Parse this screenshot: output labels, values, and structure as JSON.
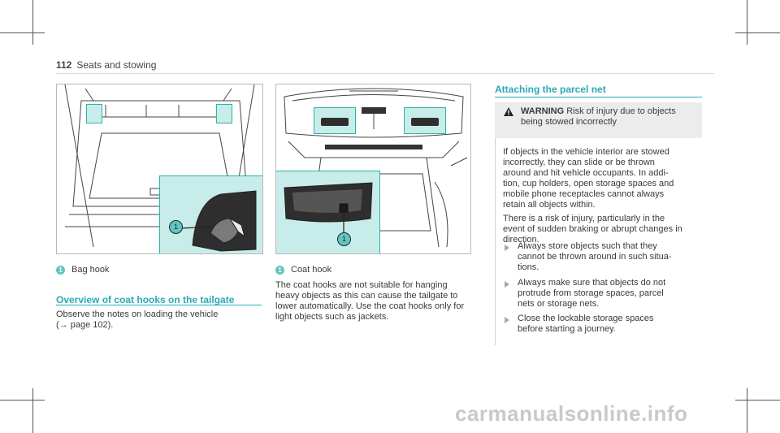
{
  "header": {
    "page_number": "112",
    "section_title": "Seats and stowing"
  },
  "figure1": {
    "caption_num": "1",
    "caption_text": "Bag hook",
    "callout": "1"
  },
  "overview": {
    "heading": "Overview of coat hooks on the tailgate",
    "text_line1": "Observe the notes on loading the vehicle",
    "text_line2": "(→ page 102)."
  },
  "figure2": {
    "caption_num": "1",
    "caption_text": "Coat hook",
    "callout": "1",
    "body": [
      "The coat hooks are not suitable for hanging",
      "heavy objects as this can cause the tailgate to",
      "lower automatically. Use the coat hooks only for",
      "light objects such as jackets."
    ]
  },
  "parcel_net": {
    "heading": "Attaching the parcel net",
    "warning_label": "WARNING",
    "warning_title_line1": "Risk of injury due to objects",
    "warning_title_line2": "being stowed incorrectly",
    "para1": [
      "If objects in the vehicle interior are stowed",
      "incorrectly, they can slide or be thrown",
      "around and hit vehicle occupants. In addi-",
      "tion, cup holders, open storage spaces and",
      "mobile phone receptacles cannot always",
      "retain all objects within."
    ],
    "para2": [
      "There is a risk of injury, particularly in the",
      "event of sudden braking or abrupt changes in",
      "direction."
    ],
    "bullets": [
      [
        "Always store objects such that they",
        "cannot be thrown around in such situa-",
        "tions."
      ],
      [
        "Always make sure that objects do not",
        "protrude from storage spaces, parcel",
        "nets or storage nets."
      ],
      [
        "Close the lockable storage spaces",
        "before starting a journey."
      ]
    ]
  },
  "watermark": "carmanualsonline.info",
  "colors": {
    "accent": "#29a9b8",
    "callout": "#5fc6c2",
    "detail_bg": "#c8ecea"
  }
}
